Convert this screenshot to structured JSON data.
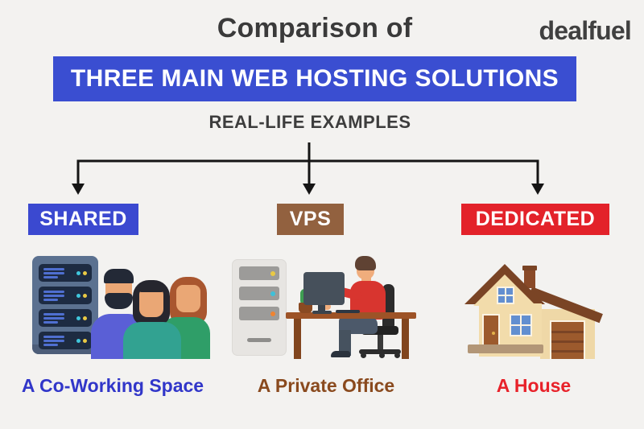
{
  "header": {
    "title": "Comparison of",
    "brand": "dealfuel"
  },
  "banner": {
    "text": "THREE MAIN WEB HOSTING SOLUTIONS",
    "bg_color": "#3a4ed1"
  },
  "subtitle": {
    "text": "REAL-LIFE EXAMPLES"
  },
  "colors": {
    "background": "#f3f2f0",
    "connector": "#151515"
  },
  "columns": [
    {
      "key": "shared",
      "label": "SHARED",
      "label_bg_color": "#3b49d0",
      "caption": "A Co-Working Space",
      "caption_color": "#3136c9",
      "illustration": "server-rack-with-three-people"
    },
    {
      "key": "vps",
      "label": "VPS",
      "label_bg_color": "#92613f",
      "caption": "A Private Office",
      "caption_color": "#8a4a1e",
      "illustration": "man-working-at-desk-beside-server-tower"
    },
    {
      "key": "dedicated",
      "label": "DEDICATED",
      "label_bg_color": "#e3222a",
      "caption": "A House",
      "caption_color": "#e8222a",
      "illustration": "suburban-house-with-garage"
    }
  ]
}
